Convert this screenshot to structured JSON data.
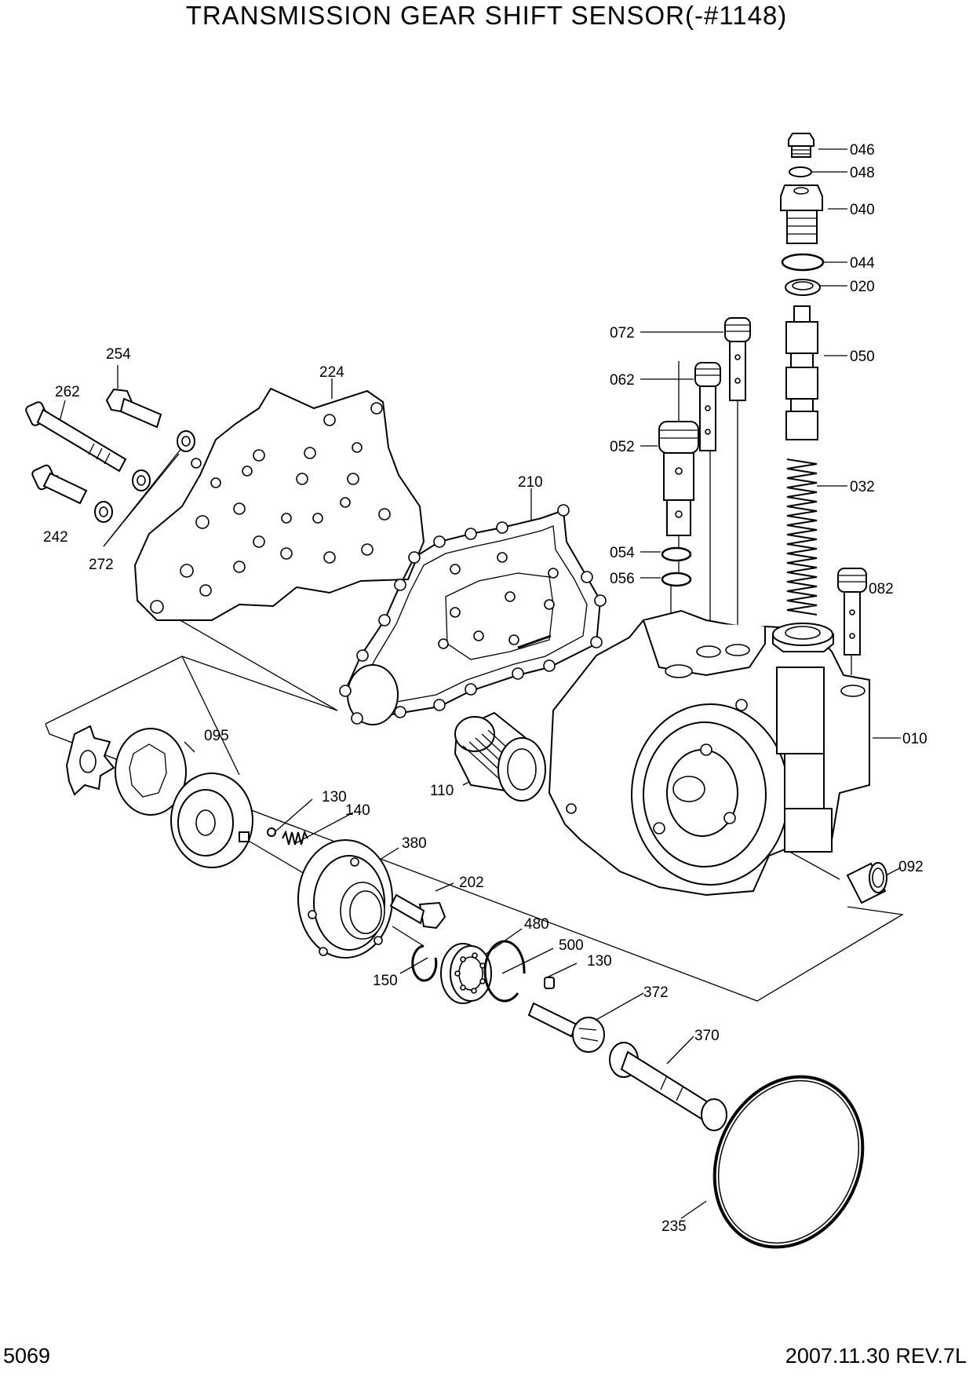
{
  "title": "TRANSMISSION GEAR SHIFT SENSOR(-#1148)",
  "page_number": "5069",
  "revision": "2007.11.30  REV.7L",
  "callouts": [
    {
      "id": "046"
    },
    {
      "id": "048"
    },
    {
      "id": "040"
    },
    {
      "id": "044"
    },
    {
      "id": "020"
    },
    {
      "id": "072"
    },
    {
      "id": "050"
    },
    {
      "id": "062"
    },
    {
      "id": "052"
    },
    {
      "id": "032"
    },
    {
      "id": "054"
    },
    {
      "id": "056"
    },
    {
      "id": "082"
    },
    {
      "id": "010"
    },
    {
      "id": "092"
    },
    {
      "id": "254"
    },
    {
      "id": "224"
    },
    {
      "id": "262"
    },
    {
      "id": "210"
    },
    {
      "id": "242"
    },
    {
      "id": "272"
    },
    {
      "id": "095"
    },
    {
      "id": "110"
    },
    {
      "id": "130"
    },
    {
      "id": "140"
    },
    {
      "id": "380"
    },
    {
      "id": "202"
    },
    {
      "id": "480"
    },
    {
      "id": "500"
    },
    {
      "id": "130"
    },
    {
      "id": "150"
    },
    {
      "id": "372"
    },
    {
      "id": "370"
    },
    {
      "id": "235"
    }
  ]
}
